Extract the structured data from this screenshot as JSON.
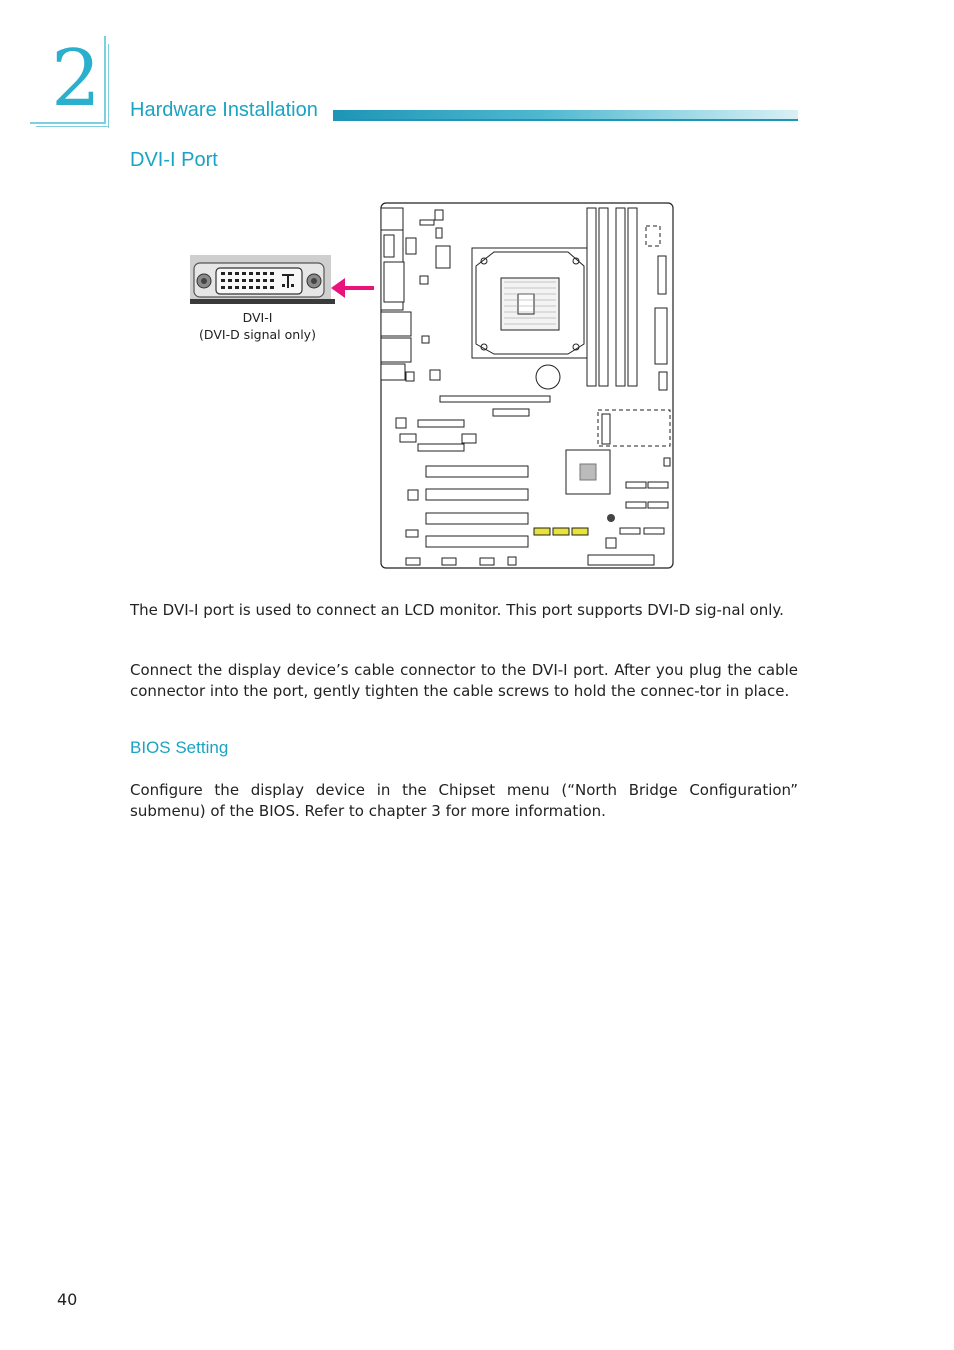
{
  "chapter": {
    "number": "2",
    "title": "Hardware Installation"
  },
  "section": {
    "title": "DVI-I Port"
  },
  "figure": {
    "caption_line1": "DVI-I",
    "caption_line2": "(DVI-D signal only)",
    "pointer_color": "#e8137d",
    "accent_color": "#1aa3c4"
  },
  "paragraphs": [
    "The DVI-I port is used to connect an LCD monitor. This port supports DVI-D sig-nal only.",
    "Connect the display device’s cable connector to the DVI-I port. After you plug the cable connector into the port, gently tighten the cable screws to hold the connec-tor in place."
  ],
  "bios": {
    "title": "BIOS Setting",
    "text": "Configure the display device in the Chipset menu (“North Bridge Configuration” submenu) of the BIOS. Refer to chapter 3 for more information."
  },
  "page_number": "40"
}
